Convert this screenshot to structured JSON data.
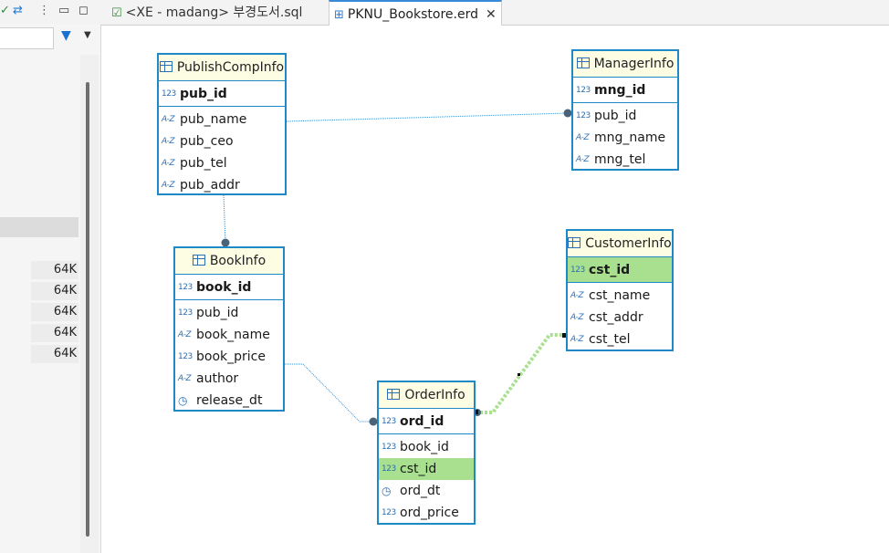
{
  "left_panel": {
    "size_values": [
      "64K",
      "64K",
      "64K",
      "64K",
      "64K"
    ]
  },
  "tabs": [
    {
      "label": "<XE - madang> 부경도서.sql",
      "active": false
    },
    {
      "label": "PKNU_Bookstore.erd",
      "active": true
    }
  ],
  "type_icons": {
    "number": "123",
    "text": "A-Z",
    "date": "◷"
  },
  "entities": {
    "publishcompinfo": {
      "name": "PublishCompInfo",
      "pk": "pub_id",
      "columns": [
        "pub_name",
        "pub_ceo",
        "pub_tel",
        "pub_addr"
      ]
    },
    "managerinfo": {
      "name": "ManagerInfo",
      "pk": "mng_id",
      "columns": [
        "pub_id",
        "mng_name",
        "mng_tel"
      ]
    },
    "bookinfo": {
      "name": "BookInfo",
      "pk": "book_id",
      "columns": [
        "pub_id",
        "book_name",
        "book_price",
        "author",
        "release_dt"
      ]
    },
    "customerinfo": {
      "name": "CustomerInfo",
      "pk": "cst_id",
      "columns": [
        "cst_name",
        "cst_addr",
        "cst_tel"
      ]
    },
    "orderinfo": {
      "name": "OrderInfo",
      "pk": "ord_id",
      "columns": [
        "book_id",
        "cst_id",
        "ord_dt",
        "ord_price"
      ]
    }
  },
  "colors": {
    "entity_border": "#1f88c7",
    "header_bg": "#fdfde4",
    "highlight": "#a8e08f",
    "connector": "#3b8fd0",
    "connector_highlight": "#a8e08f"
  }
}
